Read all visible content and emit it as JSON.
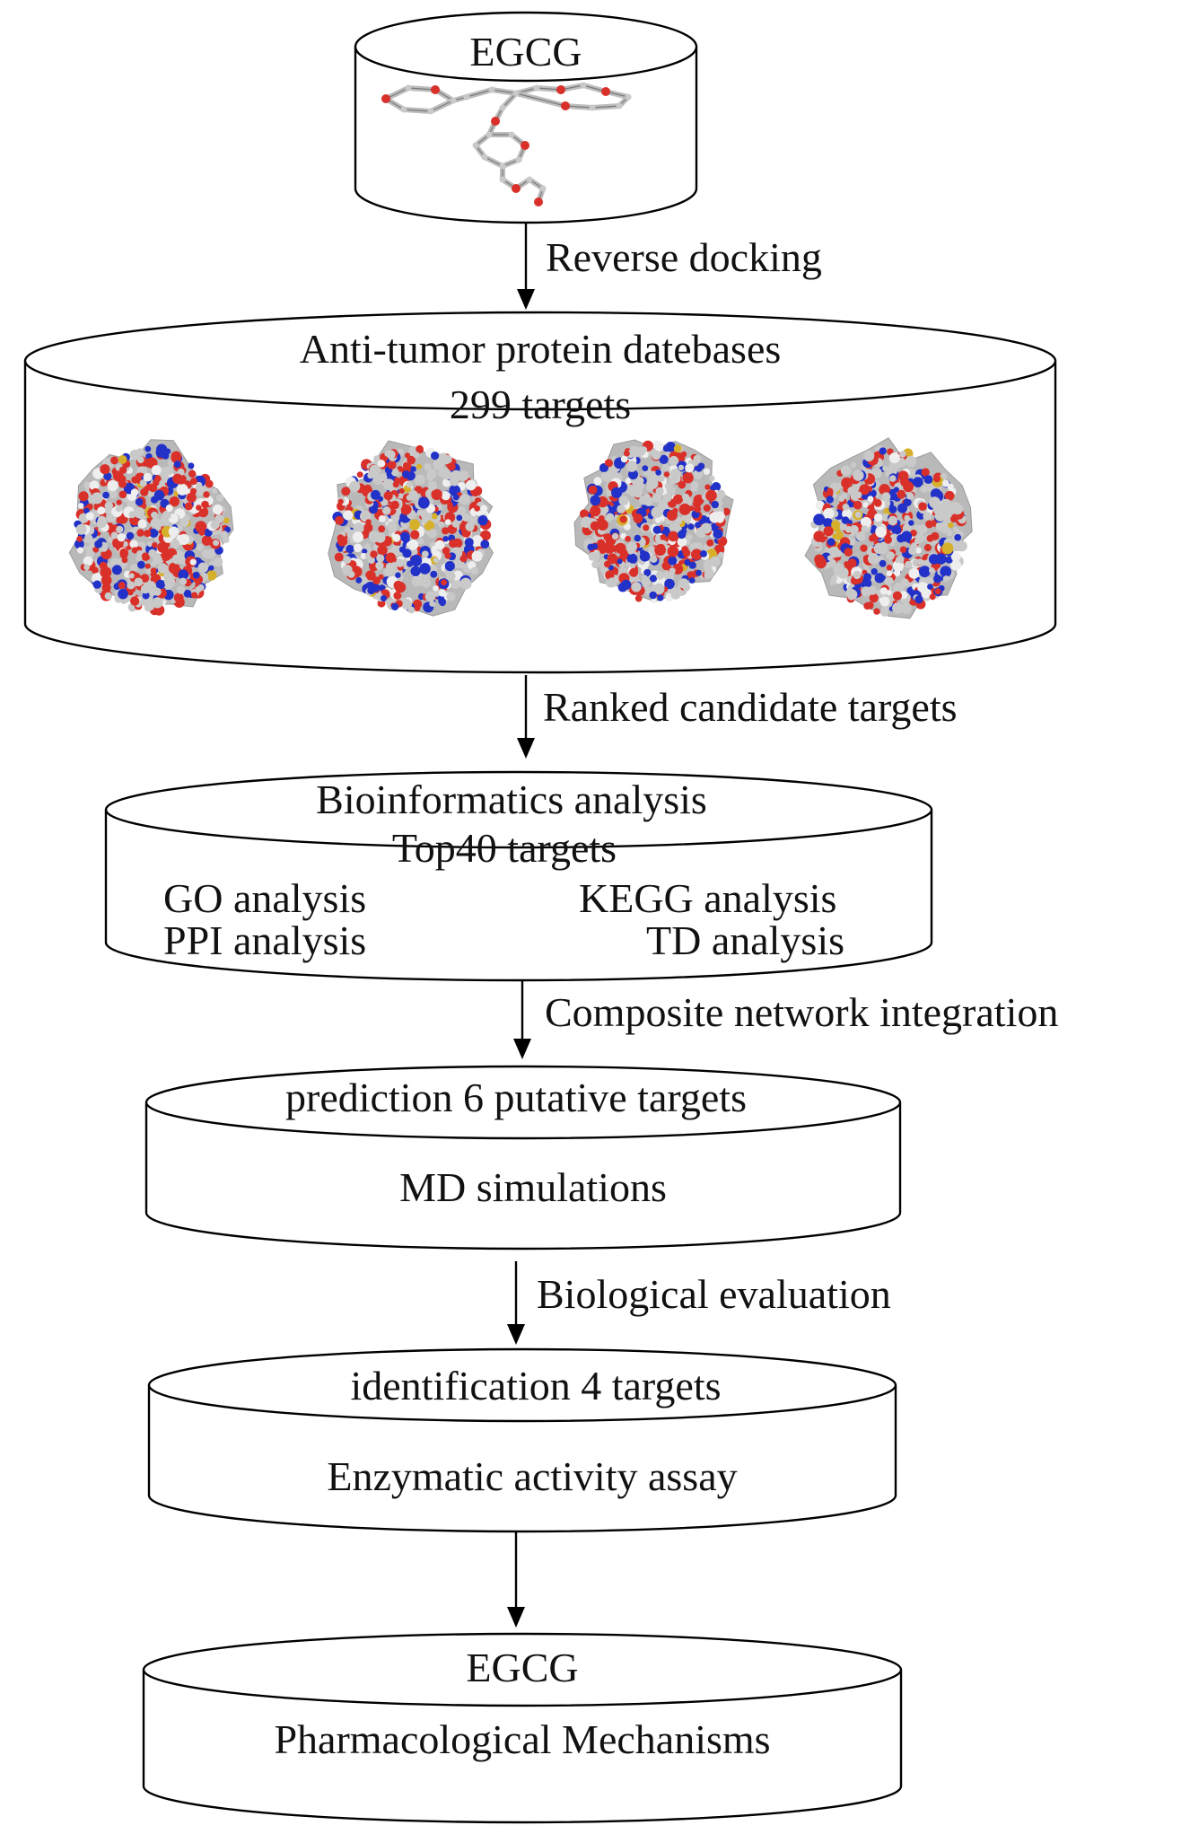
{
  "stages": {
    "egcg_top": {
      "title": "EGCG"
    },
    "database": {
      "title": "Anti-tumor protein datebases",
      "count": "299 targets"
    },
    "bioinfo": {
      "title": "Bioinformatics analysis",
      "count": "Top40 targets",
      "go": "GO analysis",
      "kegg": "KEGG analysis",
      "ppi": "PPI analysis",
      "td": "TD analysis"
    },
    "prediction": {
      "title": "prediction 6 putative targets",
      "method": "MD simulations"
    },
    "identification": {
      "title": "identification 4 targets",
      "method": "Enzymatic activity assay"
    },
    "mechanism": {
      "title": "EGCG",
      "subtitle": "Pharmacological Mechanisms"
    }
  },
  "arrows": {
    "a1": "Reverse docking",
    "a2": "Ranked candidate targets",
    "a3": "Composite network integration",
    "a4": "Biological evaluation"
  },
  "colors": {
    "oxygen": "#d9302a",
    "nitrogen": "#2231c8",
    "carbon": "#c9c9c9",
    "sulfur": "#d6b02b"
  },
  "images": {
    "molecule": "egcg-ball-and-stick",
    "proteins": [
      "protein-surface-1",
      "protein-surface-2",
      "protein-surface-3",
      "protein-surface-4"
    ]
  }
}
